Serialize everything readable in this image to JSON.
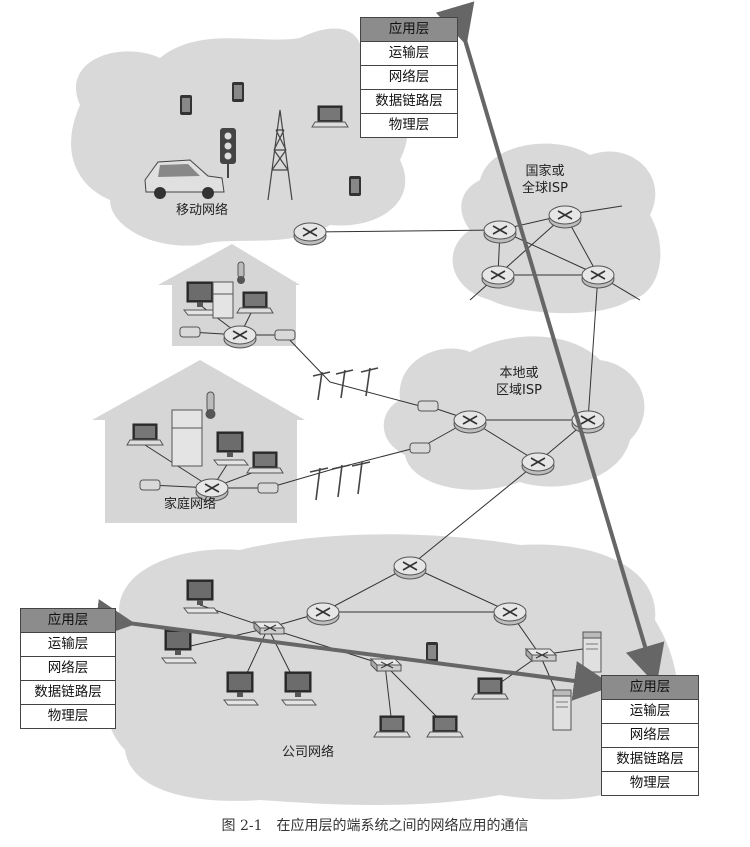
{
  "regions": {
    "mobile_network": "移动网络",
    "national_isp": "国家或\n全球ISP",
    "regional_isp": "本地或\n区域ISP",
    "home_network": "家庭网络",
    "enterprise_network": "公司网络"
  },
  "protocol_stack_top": [
    "应用层",
    "运输层",
    "网络层",
    "数据链路层",
    "物理层"
  ],
  "protocol_stack_left": [
    "应用层",
    "运输层",
    "网络层",
    "数据链路层",
    "物理层"
  ],
  "protocol_stack_right": [
    "应用层",
    "运输层",
    "网络层",
    "数据链路层",
    "物理层"
  ],
  "caption": "图 2-1　在应用层的端系统之间的网络应用的通信"
}
